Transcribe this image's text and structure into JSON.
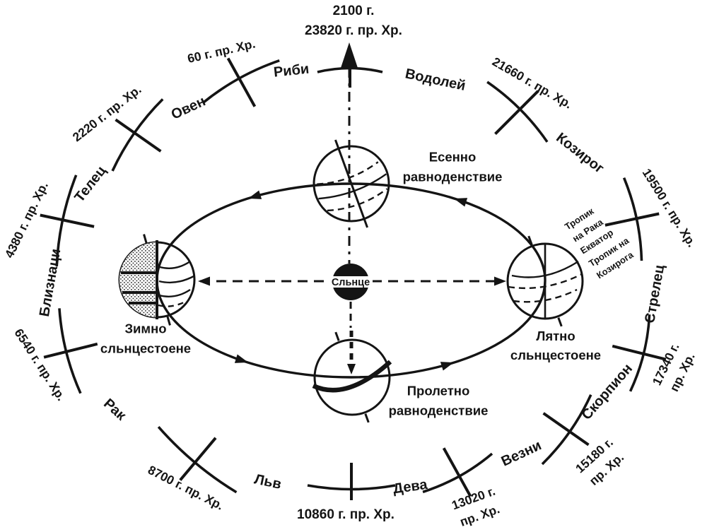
{
  "figure": {
    "type": "precession-of-equinoxes-diagram",
    "language": "Bulgarian",
    "background_color": "#ffffff",
    "ink_color": "#141414"
  },
  "sun": {
    "label": "Сльнце"
  },
  "orbit_positions": {
    "autumn_equinox": {
      "lines": [
        "Есенно",
        "равноденствие"
      ]
    },
    "spring_equinox": {
      "lines": [
        "Пролетно",
        "равноденствие"
      ]
    },
    "winter_solstice": {
      "lines": [
        "Зимно",
        "сльнцестоене"
      ]
    },
    "summer_solstice": {
      "lines": [
        "Лятно",
        "сльнцестоене"
      ]
    }
  },
  "earth_annotations": {
    "lines": [
      "Тропик",
      "на Рака",
      "Екватор",
      "Тропик на",
      "Козирога"
    ]
  },
  "zodiac_signs": [
    "Риби",
    "Овен",
    "Телец",
    "Близнаци",
    "Рак",
    "Льв",
    "Дева",
    "Везни",
    "Скорпион",
    "Стрелец",
    "Козирог",
    "Водолей"
  ],
  "epoch_labels": [
    {
      "lines": [
        "2100 г.",
        "23820 г. пр. Хр."
      ]
    },
    {
      "lines": [
        "60 г. пр. Хр."
      ]
    },
    {
      "lines": [
        "2220 г. пр. Хр."
      ]
    },
    {
      "lines": [
        "4380 г. пр. Хр."
      ]
    },
    {
      "lines": [
        "6540 г. пр. Хр."
      ]
    },
    {
      "lines": [
        "8700 г. пр. Хр."
      ]
    },
    {
      "lines": [
        "10860 г. пр. Хр."
      ]
    },
    {
      "lines": [
        "13020 г.",
        "пр. Хр."
      ]
    },
    {
      "lines": [
        "15180 г.",
        "пр. Хр."
      ]
    },
    {
      "lines": [
        "17340 г.",
        "пр. Хр."
      ]
    },
    {
      "lines": [
        "19500 г. пр. Хр."
      ]
    },
    {
      "lines": [
        "21660 г. пр. Хр."
      ]
    }
  ]
}
